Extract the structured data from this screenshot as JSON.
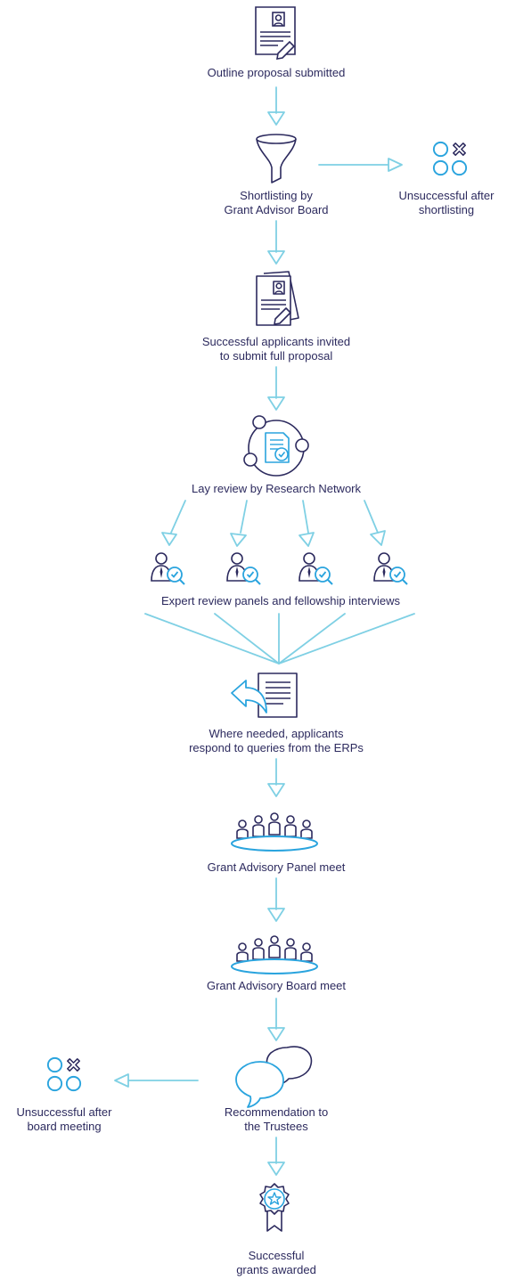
{
  "colors": {
    "navy": "#2c2a5e",
    "arrow": "#7fd0e4",
    "accent": "#2aa4de",
    "background": "#ffffff"
  },
  "steps": {
    "outline": {
      "icon": "document-portrait-pen-icon",
      "lines": [
        "Outline proposal submitted"
      ]
    },
    "shortlisting": {
      "icon": "funnel-icon",
      "lines": [
        "Shortlisting by",
        "Grant Advisor Board"
      ]
    },
    "unsuccessful_shortlisting": {
      "icon": "circles-cross-icon",
      "lines": [
        "Unsuccessful after",
        "shortlisting"
      ]
    },
    "full_proposal": {
      "icon": "stacked-documents-pen-icon",
      "lines": [
        "Successful applicants invited",
        "to submit full proposal"
      ]
    },
    "lay_review": {
      "icon": "network-document-check-icon",
      "lines": [
        "Lay review by Research Network"
      ]
    },
    "expert_review": {
      "icon": "reviewer-magnifier-icon",
      "lines": [
        "Expert review panels and fellowship interviews"
      ]
    },
    "queries": {
      "icon": "document-reply-arrow-icon",
      "lines": [
        "Where needed, applicants",
        "respond to queries from the ERPs"
      ]
    },
    "panel_meet": {
      "icon": "meeting-table-icon",
      "lines": [
        "Grant Advisory Panel meet"
      ]
    },
    "board_meet": {
      "icon": "meeting-table-icon",
      "lines": [
        "Grant Advisory Board meet"
      ]
    },
    "recommendation": {
      "icon": "speech-bubbles-icon",
      "lines": [
        "Recommendation to",
        "the Trustees"
      ]
    },
    "unsuccessful_board": {
      "icon": "circles-cross-icon",
      "lines": [
        "Unsuccessful after",
        "board meeting"
      ]
    },
    "awarded": {
      "icon": "award-rosette-star-icon",
      "lines": [
        "Successful",
        "grants awarded"
      ]
    }
  }
}
